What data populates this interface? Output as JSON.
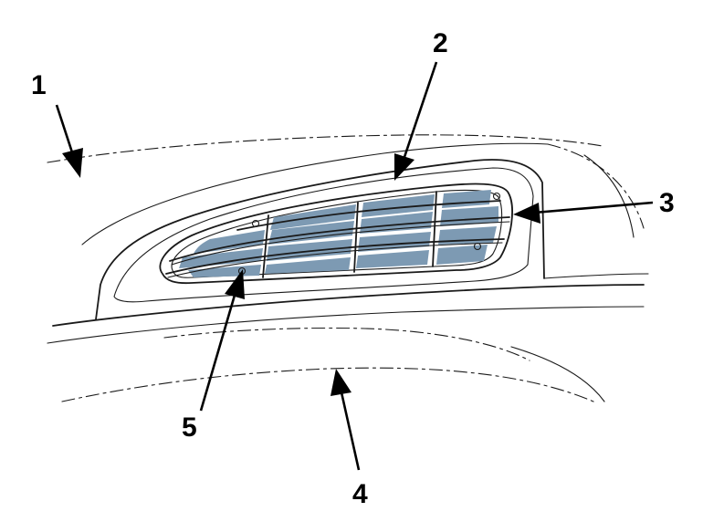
{
  "diagram": {
    "callouts": [
      {
        "id": "1",
        "label": "1"
      },
      {
        "id": "2",
        "label": "2"
      },
      {
        "id": "3",
        "label": "3"
      },
      {
        "id": "4",
        "label": "4"
      },
      {
        "id": "5",
        "label": "5"
      }
    ],
    "colors": {
      "ink": "#1a1a1a",
      "glass": "#7d9ab3",
      "arrow": "#000000",
      "background": "#ffffff"
    }
  }
}
